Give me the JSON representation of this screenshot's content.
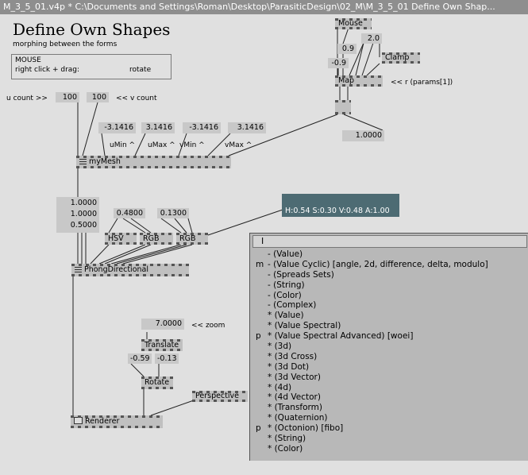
{
  "window": {
    "title": "M_3_5_01.v4p *  C:\\Documents and Settings\\Roman\\Desktop\\ParasiticDesign\\02_M\\M_3_5_01 Define Own Shap..."
  },
  "header": {
    "title": "Define Own Shapes",
    "subtitle": "morphing between the forms"
  },
  "help_box": {
    "line1": "MOUSE",
    "line2_left": "right click + drag:",
    "line2_right": "rotate"
  },
  "labels": {
    "u_count": "u count >>",
    "v_count": "<< v count",
    "umin": "uMin ^",
    "umax": "uMax ^",
    "vmin": "vMin ^",
    "vmax": "vMax ^",
    "params": "<< r (params[1])",
    "zoom": "<< zoom"
  },
  "values": {
    "u_count": "100",
    "v_count": "100",
    "umin": "-3.1416",
    "umax": "3.1416",
    "vmin": "-3.1416",
    "vmax": "3.1416",
    "map_in_top": "2.0",
    "map_in_mid": "0.9",
    "map_in_neg": "-0.9",
    "map_out": "1.0000",
    "light_1": "1.0000",
    "light_2": "1.0000",
    "light_3": "0.5000",
    "hsv_val1": "0.4800",
    "hsv_val2": "0.1300",
    "zoom": "7.0000",
    "rot_1": "-0.59",
    "rot_2": "-0.13",
    "color_readout": "H:0.54  S:0.30  V:0.48  A:1.00"
  },
  "nodes": {
    "mouse": "Mouse",
    "clamp": "Clamp",
    "map": "Map",
    "mymesh": "myMesh",
    "hsv": "HSV",
    "rgb1": "RGB",
    "rgb2": "RGB",
    "phong": "PhongDirectional",
    "translate": "Translate",
    "rotate": "Rotate",
    "perspective": "Perspective",
    "renderer": "Renderer"
  },
  "node_browser": {
    "search_value": "",
    "items": [
      {
        "flag": "",
        "text": "- (Value)"
      },
      {
        "flag": "m",
        "text": "- (Value Cyclic) [angle, 2d, difference, delta, modulo]"
      },
      {
        "flag": "",
        "text": "- (Spreads Sets)"
      },
      {
        "flag": "",
        "text": "- (String)"
      },
      {
        "flag": "",
        "text": "- (Color)"
      },
      {
        "flag": "",
        "text": "- (Complex)"
      },
      {
        "flag": "",
        "text": "* (Value)"
      },
      {
        "flag": "",
        "text": "* (Value Spectral)"
      },
      {
        "flag": "p",
        "text": "* (Value Spectral Advanced) [woei]"
      },
      {
        "flag": "",
        "text": "* (3d)"
      },
      {
        "flag": "",
        "text": "* (3d Cross)"
      },
      {
        "flag": "",
        "text": "* (3d Dot)"
      },
      {
        "flag": "",
        "text": "* (3d Vector)"
      },
      {
        "flag": "",
        "text": "* (4d)"
      },
      {
        "flag": "",
        "text": "* (4d Vector)"
      },
      {
        "flag": "",
        "text": "* (Transform)"
      },
      {
        "flag": "",
        "text": "* (Quaternion)"
      },
      {
        "flag": "p",
        "text": "* (Octonion) [fibo]"
      },
      {
        "flag": "",
        "text": "* (String)"
      },
      {
        "flag": "",
        "text": "* (Color)"
      }
    ]
  },
  "colors": {
    "color_box": "#4d6b73",
    "patch_bg": "#e0e0e0",
    "node_bg": "#c0c0c0"
  }
}
